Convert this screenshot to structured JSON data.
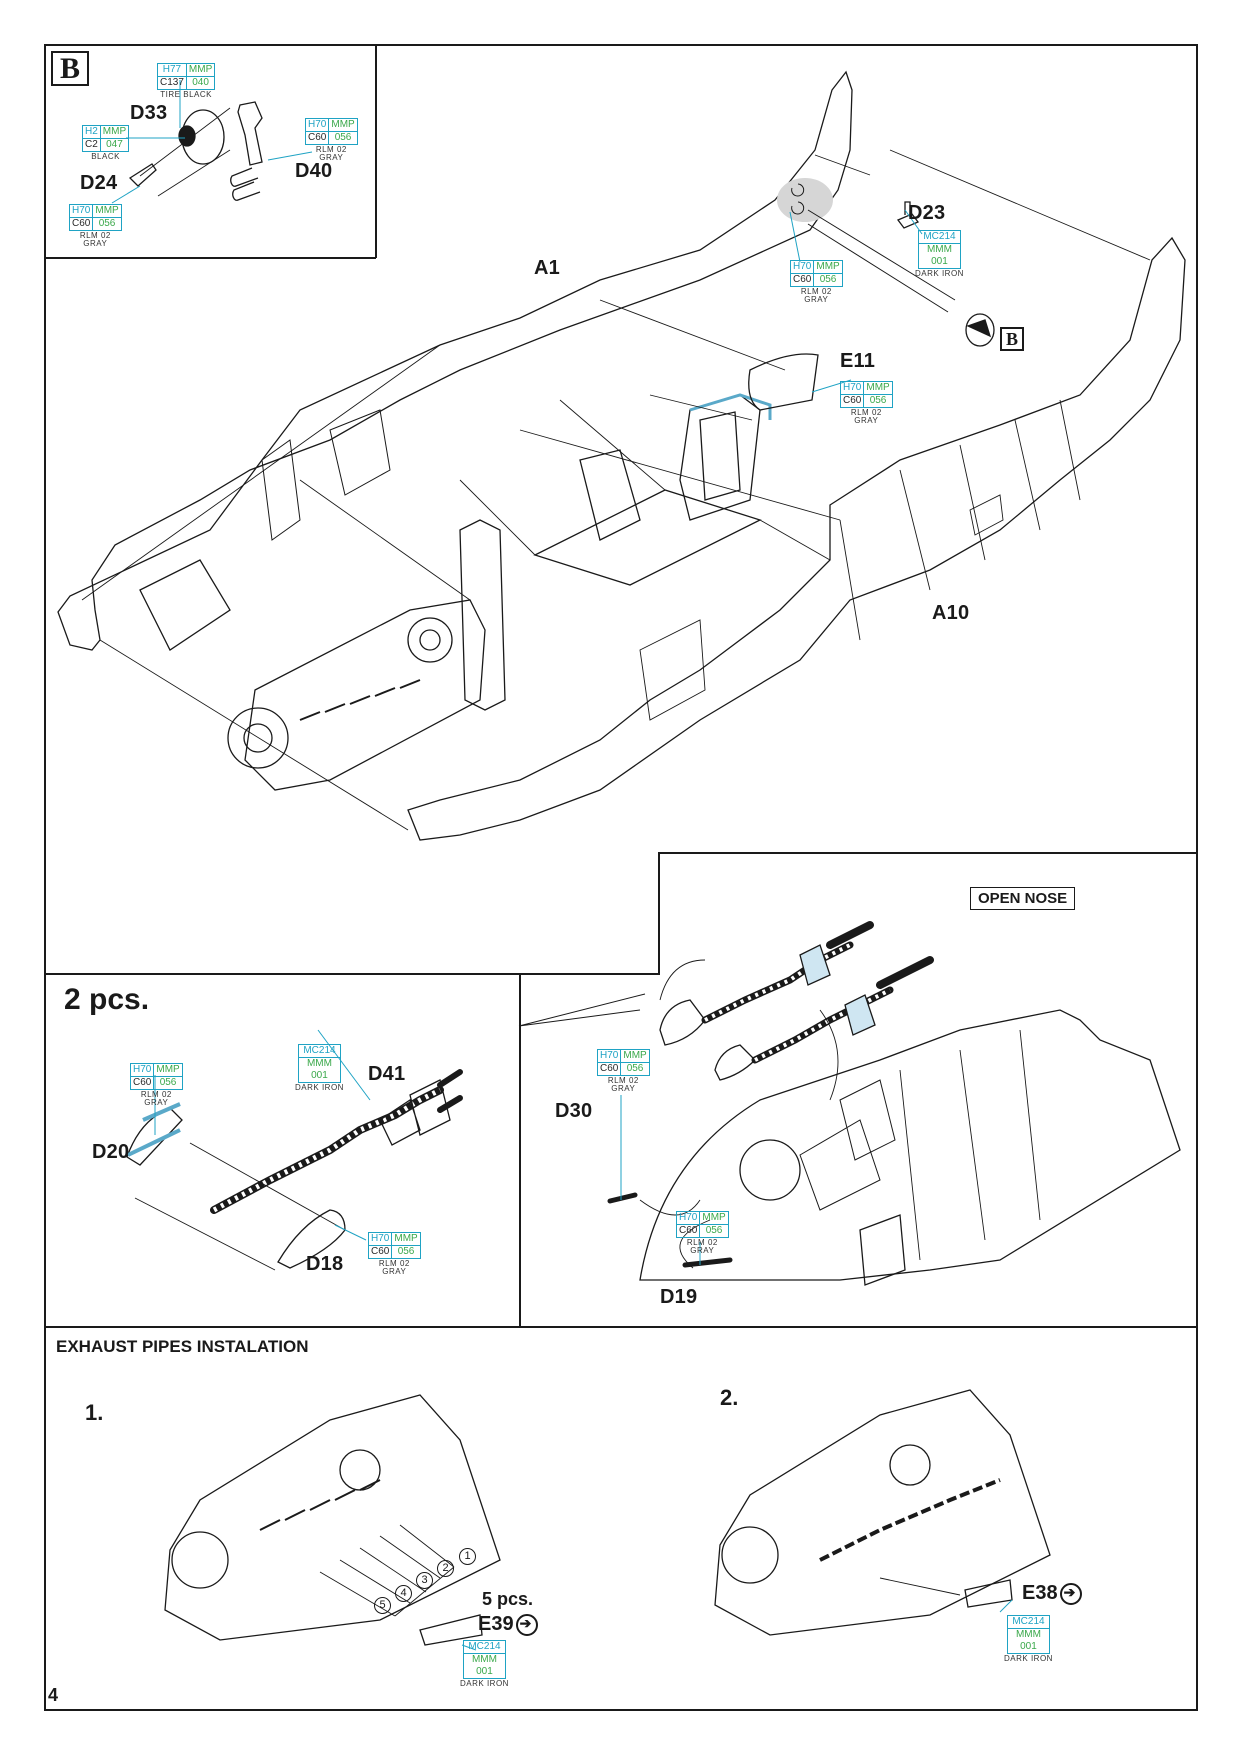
{
  "page": {
    "number": "4",
    "accent_colors": {
      "gunze_code": "#1fa3c4",
      "mmp_code": "#3aa84a",
      "mr_code": "#2a2a2a",
      "highlight_fill": "#cfe6f2"
    }
  },
  "inset_b": {
    "marker": "B",
    "parts": [
      {
        "label": "D33"
      },
      {
        "label": "D24"
      },
      {
        "label": "D40"
      }
    ],
    "paints": [
      {
        "id": "d33-tire",
        "gunze": "H77",
        "mr": "C137",
        "brand": "MMP",
        "code": "040",
        "name": "TIRE BLACK"
      },
      {
        "id": "d33-hub",
        "gunze": "H2",
        "mr": "C2",
        "brand": "MMP",
        "code": "047",
        "name": "BLACK"
      },
      {
        "id": "d40",
        "gunze": "H70",
        "mr": "C60",
        "brand": "MMP",
        "code": "056",
        "name": "RLM 02 GRAY"
      },
      {
        "id": "d24",
        "gunze": "H70",
        "mr": "C60",
        "brand": "MMP",
        "code": "056",
        "name": "RLM 02 GRAY"
      }
    ]
  },
  "main_assembly": {
    "parts": [
      {
        "label": "A1"
      },
      {
        "label": "D23"
      },
      {
        "label": "E11"
      },
      {
        "label": "A10"
      }
    ],
    "marker_b": "B",
    "paints": [
      {
        "id": "tail-wheel-well",
        "gunze": "H70",
        "mr": "C60",
        "brand": "MMP",
        "code": "056",
        "name": "RLM 02 GRAY"
      },
      {
        "id": "d23",
        "gunze": "MC214",
        "brand": "MMM",
        "code": "001",
        "name": "DARK IRON"
      },
      {
        "id": "e11",
        "gunze": "H70",
        "mr": "C60",
        "brand": "MMP",
        "code": "056",
        "name": "RLM 02 GRAY"
      }
    ]
  },
  "guns_panel": {
    "quantity_label": "2 pcs.",
    "parts": [
      {
        "label": "D41"
      },
      {
        "label": "D20"
      },
      {
        "label": "D18"
      }
    ],
    "paints": [
      {
        "id": "d41",
        "gunze": "MC214",
        "brand": "MMM",
        "code": "001",
        "name": "DARK IRON"
      },
      {
        "id": "d20",
        "gunze": "H70",
        "mr": "C60",
        "brand": "MMP",
        "code": "056",
        "name": "RLM 02 GRAY"
      },
      {
        "id": "d18",
        "gunze": "H70",
        "mr": "C60",
        "brand": "MMP",
        "code": "056",
        "name": "RLM 02 GRAY"
      }
    ]
  },
  "open_nose_panel": {
    "title": "OPEN NOSE",
    "parts": [
      {
        "label": "D30"
      },
      {
        "label": "D19"
      }
    ],
    "paints": [
      {
        "id": "d30",
        "gunze": "H70",
        "mr": "C60",
        "brand": "MMP",
        "code": "056",
        "name": "RLM 02 GRAY"
      },
      {
        "id": "d19",
        "gunze": "H70",
        "mr": "C60",
        "brand": "MMP",
        "code": "056",
        "name": "RLM 02 GRAY"
      }
    ]
  },
  "exhaust_section": {
    "title": "EXHAUST PIPES INSTALATION",
    "steps": [
      {
        "number": "1.",
        "quantity_label": "5 pcs.",
        "part": "E39",
        "icon": "photo-etch-swap-icon",
        "positions": [
          "1",
          "2",
          "3",
          "4",
          "5"
        ],
        "paint": {
          "gunze": "MC214",
          "brand": "MMM",
          "code": "001",
          "name": "DARK IRON"
        }
      },
      {
        "number": "2.",
        "part": "E38",
        "icon": "photo-etch-swap-icon",
        "paint": {
          "gunze": "MC214",
          "brand": "MMM",
          "code": "001",
          "name": "DARK IRON"
        }
      }
    ]
  }
}
